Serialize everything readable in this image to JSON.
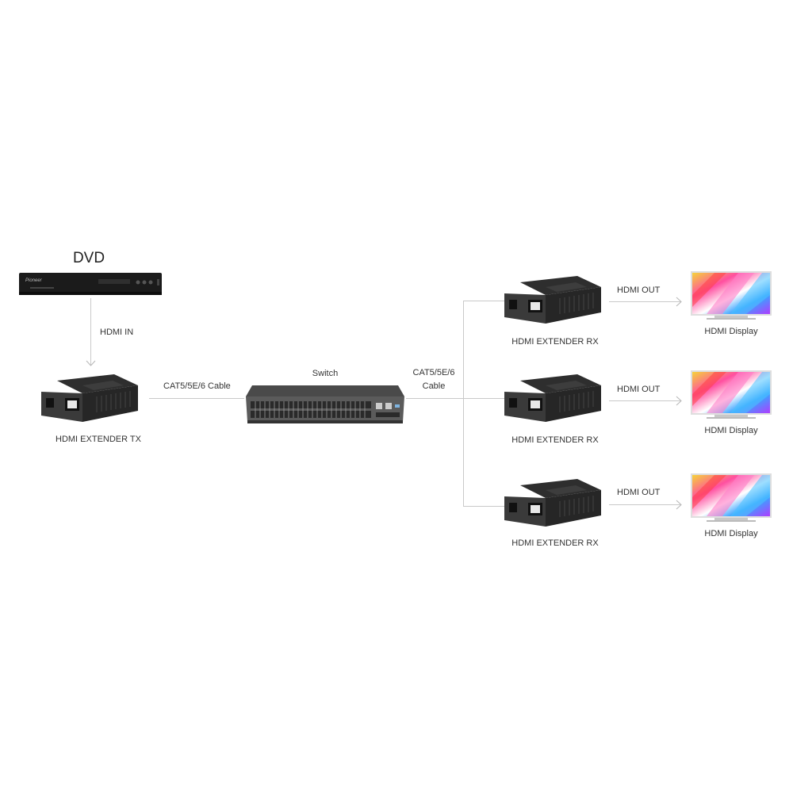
{
  "dvd": {
    "title": "DVD",
    "brand": "Pioneer"
  },
  "hdmi_in_label": "HDMI IN",
  "tx": {
    "label": "HDMI EXTENDER TX"
  },
  "cable_tx_label": "CAT5/5E/6 Cable",
  "switch": {
    "label": "Switch"
  },
  "cable_rx_label_line1": "CAT5/5E/6",
  "cable_rx_label_line2": "Cable",
  "receivers": [
    {
      "label": "HDMI EXTENDER RX",
      "out_label": "HDMI OUT",
      "display_label": "HDMI Display"
    },
    {
      "label": "HDMI EXTENDER RX",
      "out_label": "HDMI OUT",
      "display_label": "HDMI Display"
    },
    {
      "label": "HDMI EXTENDER RX",
      "out_label": "HDMI OUT",
      "display_label": "HDMI Display"
    }
  ]
}
